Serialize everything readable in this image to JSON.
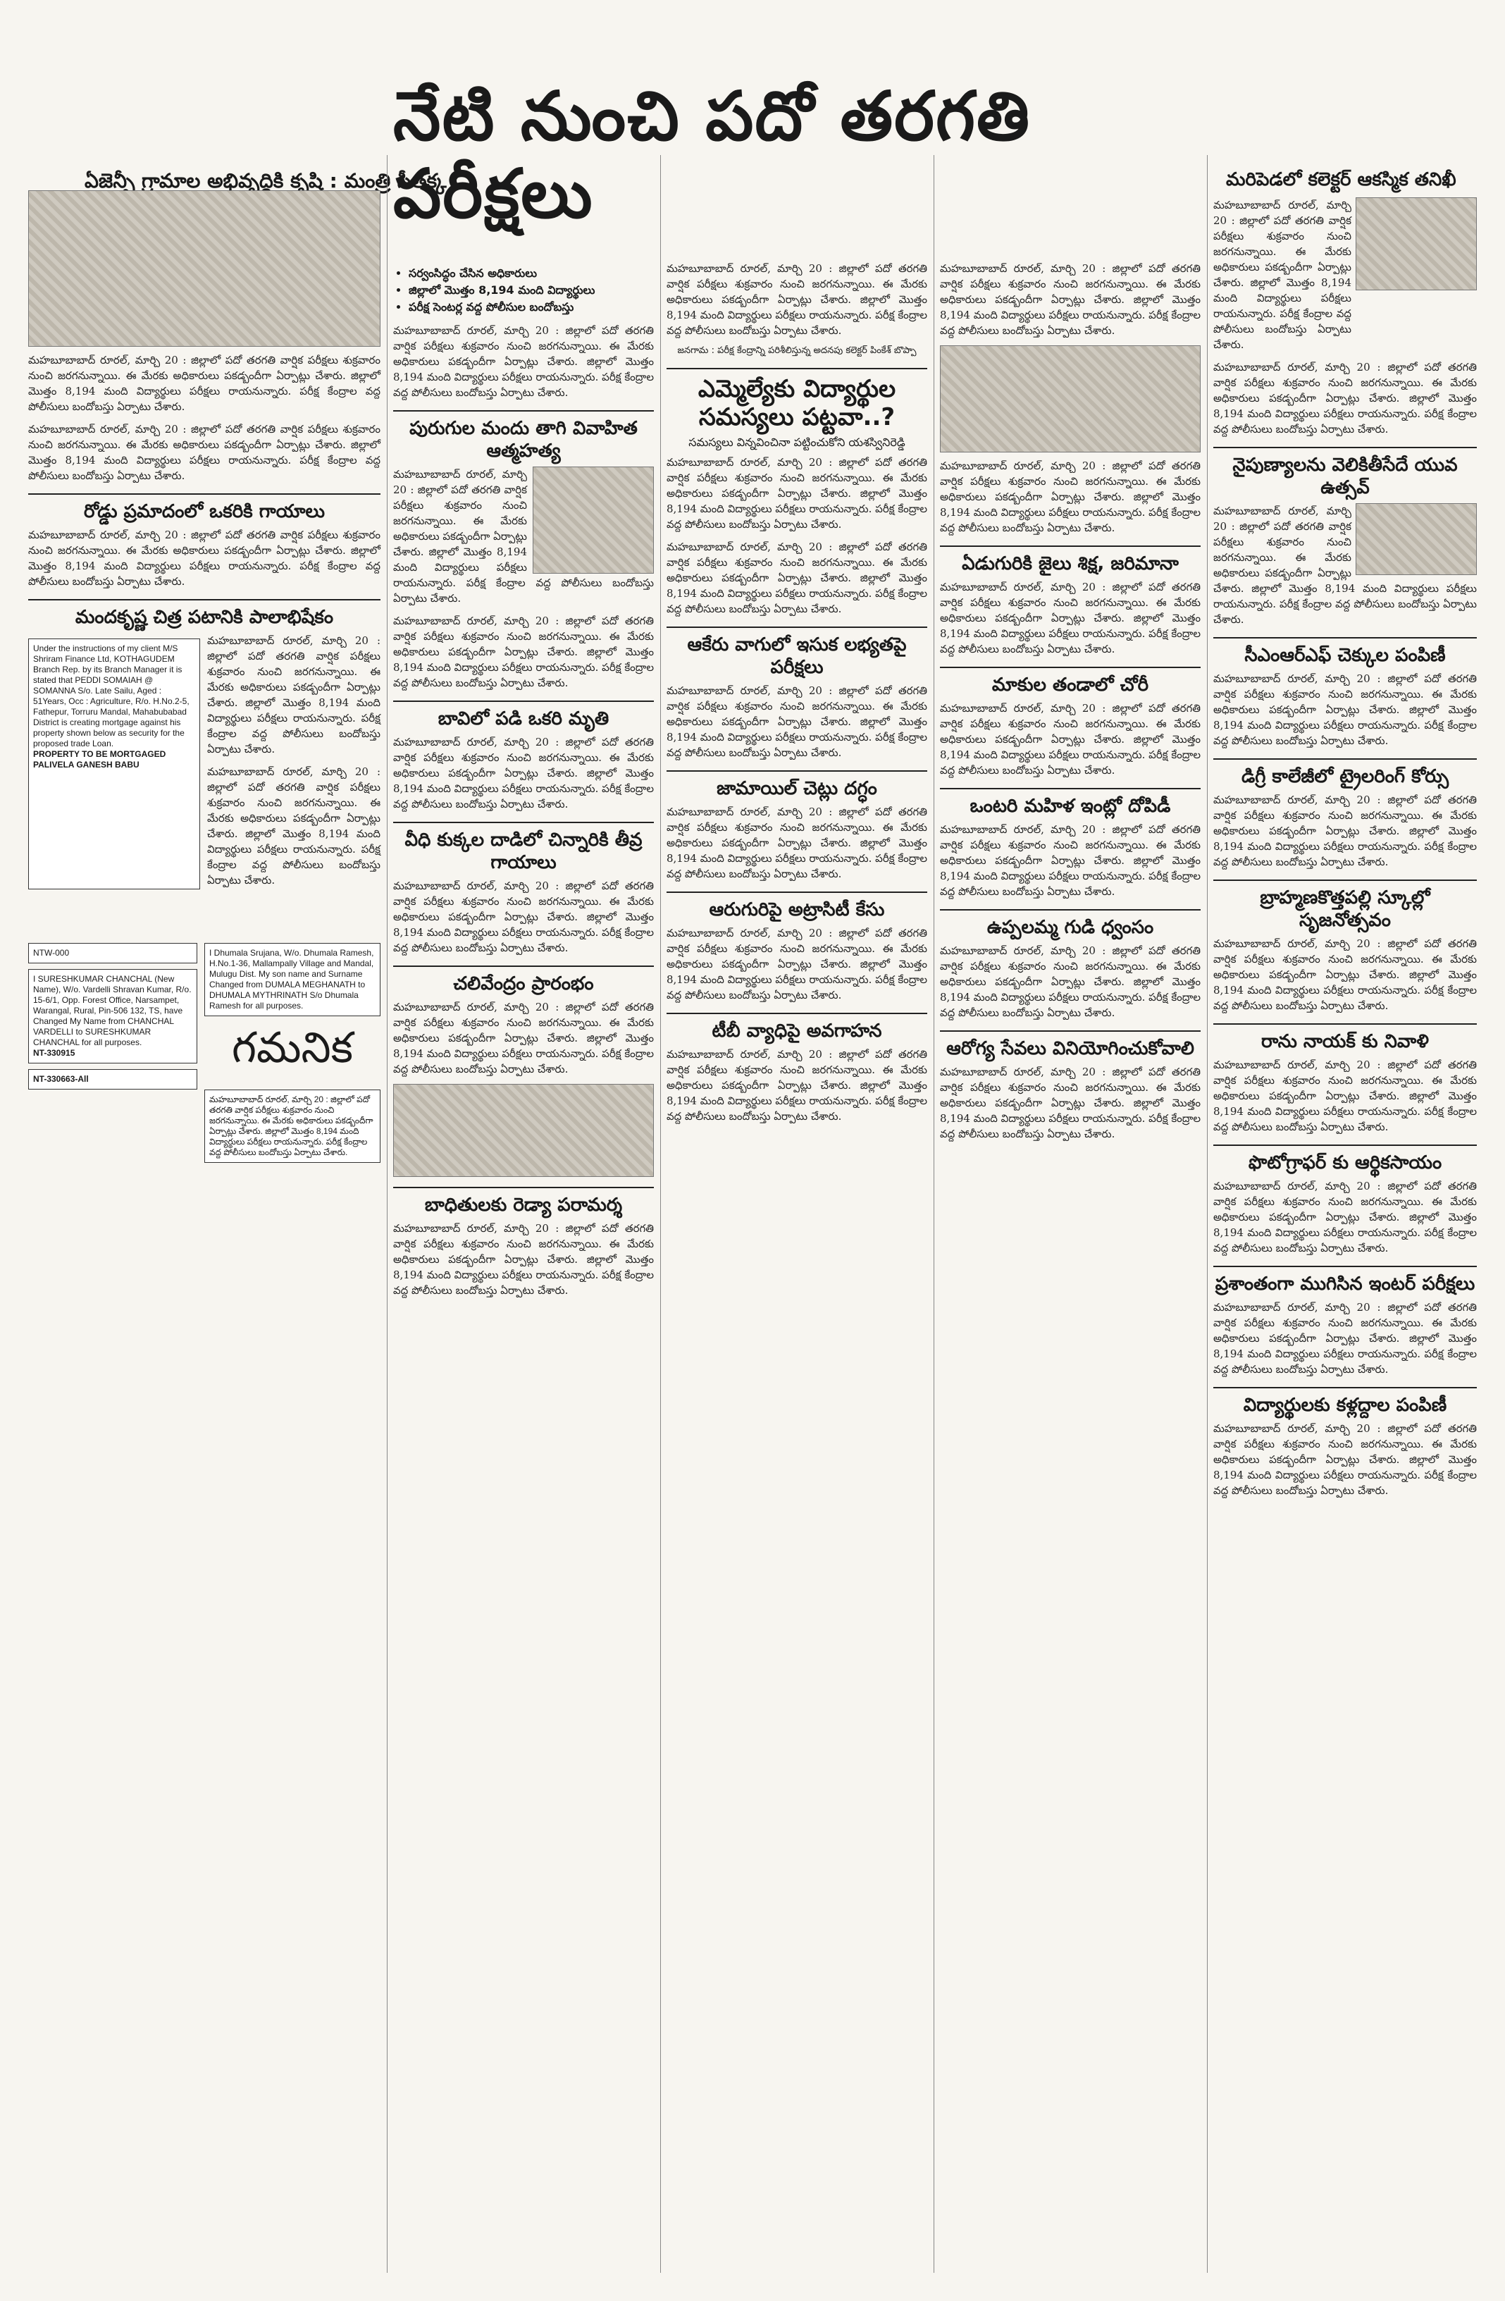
{
  "masthead": "నేటి నుంచి పదో తరగతి పరీక్షలు",
  "left_top_headline": "ఏజెన్సీ గ్రామాల అభివృద్ధికి కృషి : మంత్రి సీతక్క",
  "right_top_headline": "మరిపెడలో కలెక్టర్ ఆకస్మిక తనిఖీ",
  "lead_bullets": [
    "సర్వంసిద్ధం చేసిన అధికారులు",
    "జిల్లాలో మొత్తం 8,194 మంది విద్యార్థులు",
    "పరీక్ష సెంటర్ల వద్ద పోలీసుల బందోబస్తు"
  ],
  "lead_photo_caption": "జనగామ : పరీక్ష కేంద్రాన్ని పరిశీలిస్తున్న అదనపు కలెక్టర్ పింకేశ్ బొప్పా",
  "col1": {
    "road_accident": "రోడ్డు ప్రమాదంలో ఒకరికి గాయాలు",
    "mandakrishna": "మందకృష్ణ చిత్ర పటానికి పాలాభిషేకం",
    "property_ad_title": "PROPERTY TO BE MORTGAGED",
    "property_ad_name": "PALIVELA GANESH BABU",
    "property_ad_body": "Under the instructions of my client M/S Shriram Finance Ltd, KOTHAGUDEM Branch Rep. by its Branch Manager it is stated that PEDDI SOMAIAH @ SOMANNA S/o. Late Sailu, Aged : 51Years, Occ : Agriculture, R/o. H.No.2-5, Fathepur, Torruru Mandal, Mahabubabad District is creating mortgage against his property shown below as security for the proposed trade Loan.",
    "name_change_1": "I Dhumala Srujana, W/o. Dhumala Ramesh, H.No.1-36, Mallampally Village and Mandal, Mulugu Dist. My son name and Surname Changed from DUMALA MEGHANATH to DHUMALA MYTHRINATH S/o Dhumala Ramesh for all purposes.",
    "name_change_2": "I SURESHKUMAR CHANCHAL (New Name), W/o. Vardelli Shravan Kumar, R/o. 15-6/1, Opp. Forest Office, Narsampet, Warangal, Rural, Pin-506 132, TS, have Changed My Name from CHANCHAL VARDELLI to SURESHKUMAR CHANCHAL for all purposes.",
    "ad_code_1": "NTW-000",
    "ad_code_2": "NT-330915",
    "ad_code_3": "NT-330663-All",
    "gamanika": "గమనిక"
  },
  "col2": {
    "pesticide": "పురుగుల మందు తాగి వివాహిత ఆత్మహత్య",
    "well_death": "బావిలో పడి ఒకరి మృతి",
    "dogs": "వీధి కుక్కల దాడిలో చిన్నారికి తీవ్ర గాయాలు",
    "chalivendram": "చలివేంద్రం ప్రారంభం",
    "victims": "బాధితులకు రెడ్యా పరామర్శ"
  },
  "col3": {
    "mla_headline": "ఎమ్మెల్యేకు విద్యార్థుల సమస్యలు పట్టవా..?",
    "mla_sub": "సమస్యలు విన్నవించినా పట్టించుకోని యశస్వినిరెడ్డి",
    "aakeru": "ఆకేరు వాగులో ఇసుక లభ్యతపై పరీక్షలు",
    "jamail": "జామాయిల్ చెట్లు దగ్ధం",
    "atrocity": "ఆరుగురిపై అట్రాసిటీ కేసు",
    "tb": "టీబీ వ్యాధిపై అవగాహన"
  },
  "col4": {
    "jail": "ఏడుగురికి జైలు శిక్ష, జరిమానా",
    "theft": "మాకుల తండాలో చోరీ",
    "widow": "ఒంటరి మహిళ ఇంట్లో దోపిడీ",
    "temple": "ఉప్పలమ్మ గుడి ధ్వంసం",
    "health": "ఆరోగ్య సేవలు వినియోగించుకోవాలి"
  },
  "col5": {
    "youth": "నైపుణ్యాలను వెలికితీసేదే యువ ఉత్సవ్",
    "cmrf": "సీఎంఆర్ఎఫ్ చెక్కుల పంపిణీ",
    "degree": "డిగ్రీ కాలేజీలో ట్రైలరింగ్ కోర్సు",
    "school": "బ్రాహ్మణకొత్తపల్లి స్కూల్లో సృజనోత్సవం",
    "ranu": "రాను నాయక్ కు నివాళి",
    "photo": "ఫొటోగ్రాఫర్ కు ఆర్థికసాయం",
    "inter": "ప్రశాంతంగా ముగిసిన ఇంటర్ పరీక్షలు",
    "glasses": "విద్యార్థులకు కళ్లద్దాల పంపిణీ"
  },
  "body_text": "మహబూబాబాద్ రూరల్, మార్చి 20 : జిల్లాలో పదో తరగతి వార్షిక పరీక్షలు శుక్రవారం నుంచి జరగనున్నాయి. ఈ మేరకు అధికారులు పకడ్బందీగా ఏర్పాట్లు చేశారు. జిల్లాలో మొత్తం 8,194 మంది విద్యార్థులు పరీక్షలు రాయనున్నారు. పరీక్ష కేంద్రాల వద్ద పోలీసులు బందోబస్తు ఏర్పాటు చేశారు."
}
